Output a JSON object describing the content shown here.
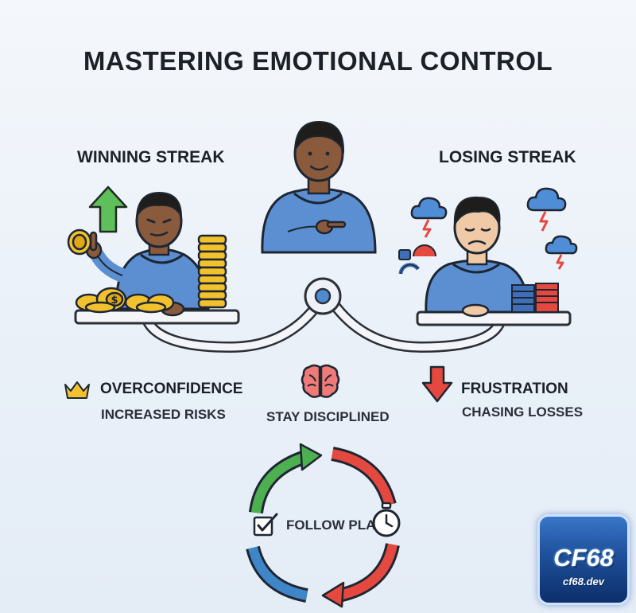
{
  "title": "MASTERING EMOTIONAL CONTROL",
  "left": {
    "heading": "WINNING STREAK",
    "emotion": "OVERCONFIDENCE",
    "effect": "INCREASED RISKS"
  },
  "center": {
    "label": "STAY DISCIPLINED",
    "cycle_label": "FOLLOW PLAN"
  },
  "right": {
    "heading": "LOSING STREAK",
    "emotion": "FRUSTRATION",
    "effect": "CHASING LOSSES"
  },
  "badge": {
    "logo": "CF68",
    "url": "cf68.dev"
  },
  "colors": {
    "hoodie": "#5b8fd1",
    "skin": "#8a5a3c",
    "gold": "#f2c12e",
    "green": "#4caf50",
    "red": "#e5483f",
    "blue": "#3f86c9"
  },
  "icons": [
    "arrow-up-icon",
    "crown-icon",
    "brain-icon",
    "arrow-down-icon",
    "checkbox-icon",
    "stopwatch-icon",
    "storm-cloud-icon",
    "coin-icon"
  ]
}
